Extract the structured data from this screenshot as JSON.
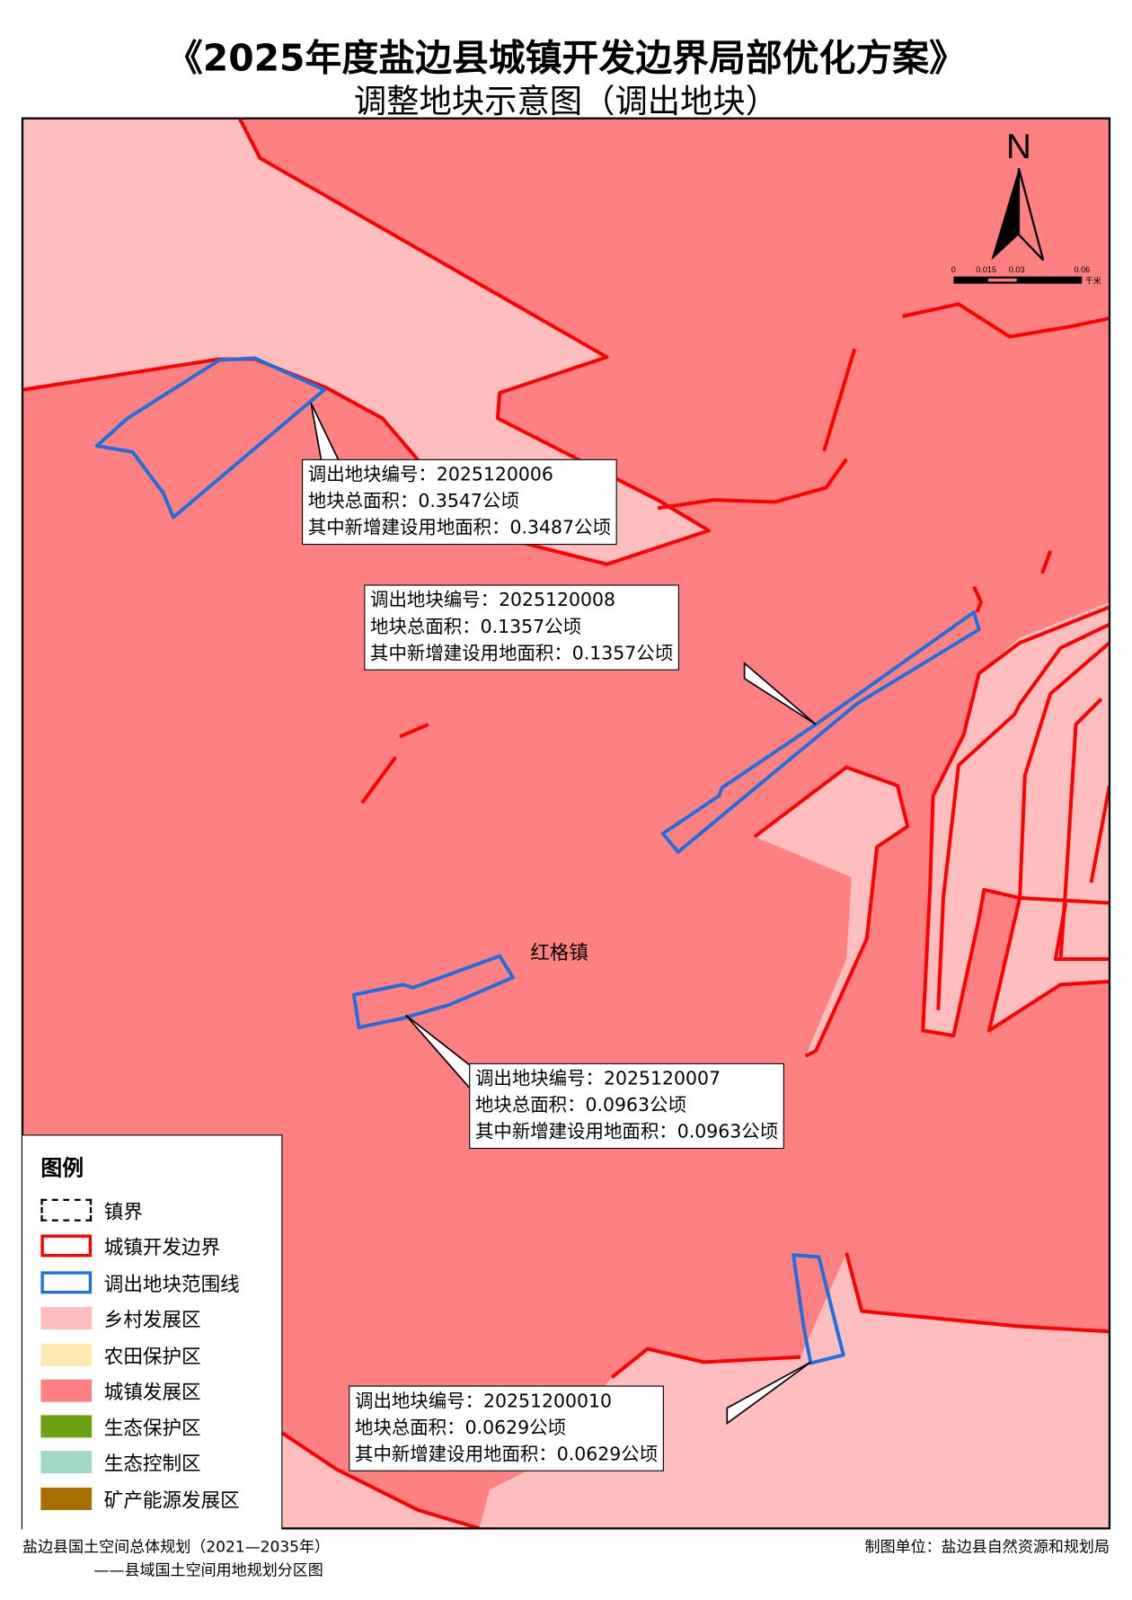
{
  "title": "《2025年度盐边县城镇开发边界局部优化方案》",
  "subtitle": "调整地块示意图（调出地块）",
  "north_label": "N",
  "scale_bar": {
    "ticks": [
      "0",
      "0.015",
      "0.03",
      "0.06"
    ],
    "unit": "千米"
  },
  "place_label": "红格镇",
  "parcels": [
    {
      "id_line": "调出地块编号：2025120006",
      "area_line": "地块总面积：0.3547公顷",
      "new_line": "其中新增建设用地面积：0.3487公顷"
    },
    {
      "id_line": "调出地块编号：2025120008",
      "area_line": "地块总面积：0.1357公顷",
      "new_line": "其中新增建设用地面积：0.1357公顷"
    },
    {
      "id_line": "调出地块编号：2025120007",
      "area_line": "地块总面积：0.0963公顷",
      "new_line": "其中新增建设用地面积：0.0963公顷"
    },
    {
      "id_line": "调出地块编号：20251200010",
      "area_line": "地块总面积：0.0629公顷",
      "new_line": "其中新增建设用地面积：0.0629公顷"
    }
  ],
  "legend": {
    "title": "图例",
    "items": [
      {
        "label": "镇界",
        "color": "#000000"
      },
      {
        "label": "城镇开发边界",
        "color": "#ff0000"
      },
      {
        "label": "调出地块范围线",
        "color": "#1f6fe0"
      },
      {
        "label": "乡村发展区",
        "color": "#ffbebe"
      },
      {
        "label": "农田保护区",
        "color": "#fde9b0"
      },
      {
        "label": "城镇发展区",
        "color": "#ff8080"
      },
      {
        "label": "生态保护区",
        "color": "#6aa30f"
      },
      {
        "label": "生态控制区",
        "color": "#9fd9c6"
      },
      {
        "label": "矿产能源发展区",
        "color": "#a86e00"
      }
    ]
  },
  "footer": {
    "plan_line1": "盐边县国土空间总体规划（2021—2035年）",
    "plan_line2": "——县域国土空间用地规划分区图",
    "maker": "制图单位：盐边县自然资源和规划局"
  }
}
